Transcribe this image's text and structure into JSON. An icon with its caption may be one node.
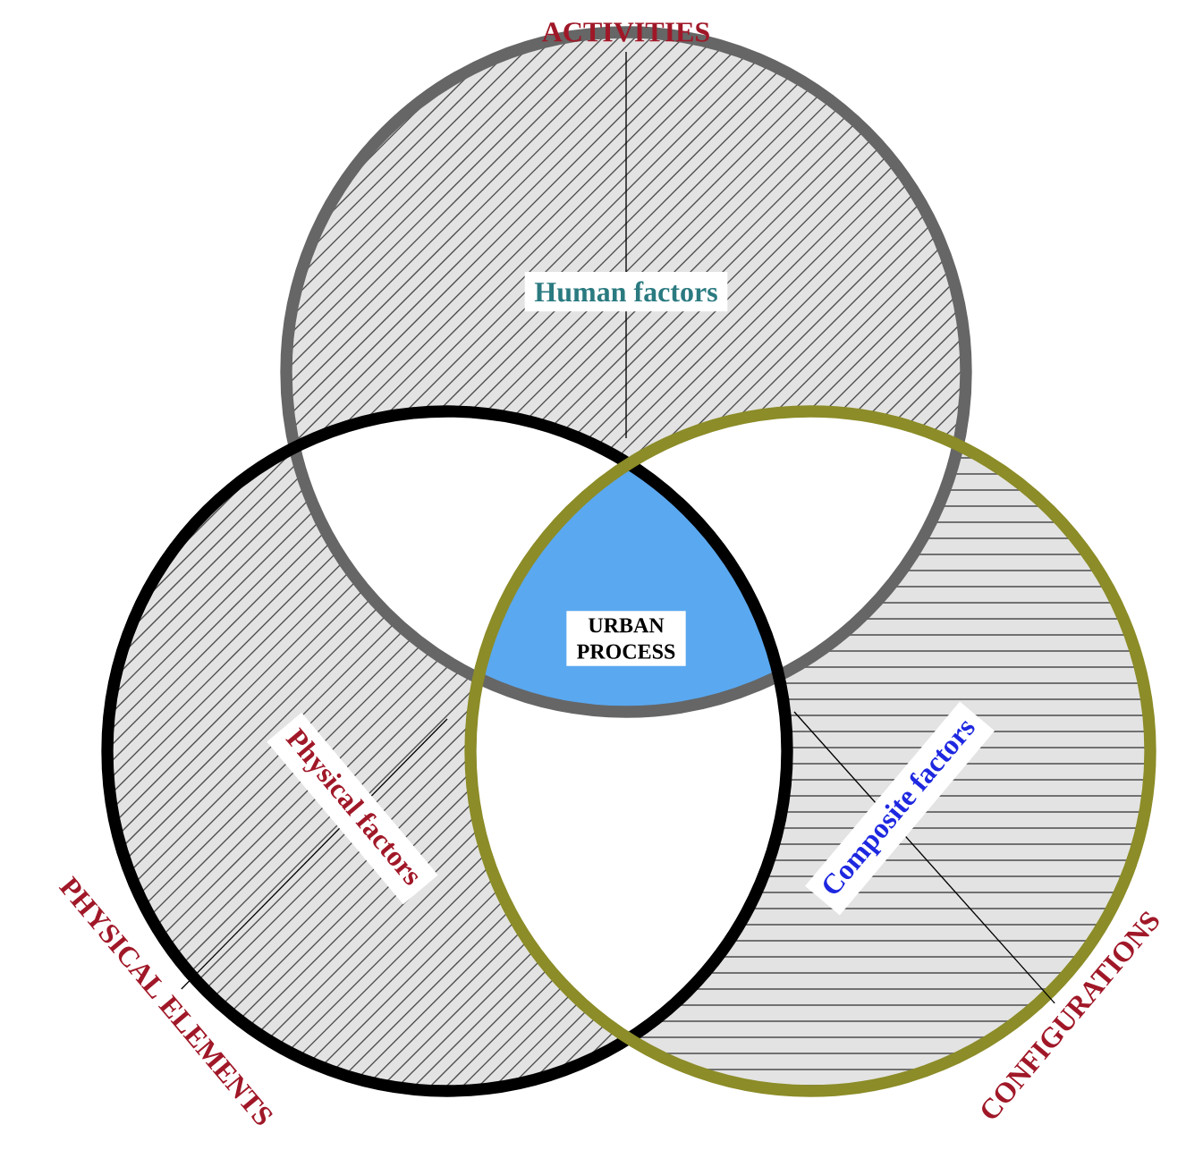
{
  "diagram": {
    "nodes": [
      {
        "text": [
          "Human factors"
        ]
      },
      {
        "text": [
          "Physical factors"
        ]
      },
      {
        "text": [
          "Composite factors"
        ]
      },
      {
        "text": [
          "URBAN PROCESS"
        ]
      },
      {
        "text": [
          "ACTIVITIES"
        ]
      },
      {
        "text": [
          "PHYSICAL ELEMENTS"
        ]
      },
      {
        "text": [
          "CONFIGURATIONS"
        ]
      }
    ],
    "edges": [
      {
        "from": null,
        "to": 4,
        "arrow": "none"
      },
      {
        "from": null,
        "to": 5,
        "arrow": "none"
      },
      {
        "from": null,
        "to": 6,
        "arrow": "none"
      }
    ]
  }
}
